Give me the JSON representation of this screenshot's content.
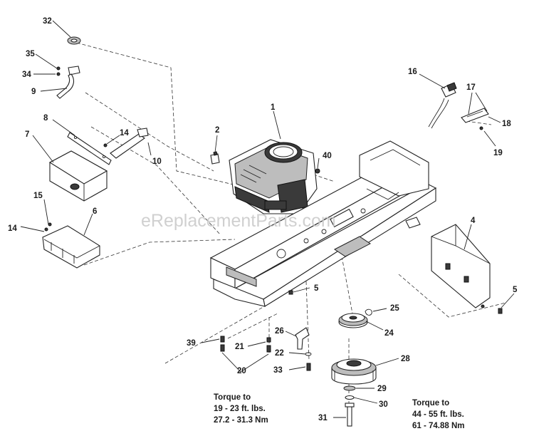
{
  "watermark": "eReplacementParts.com",
  "callouts": {
    "c1": "1",
    "c2": "2",
    "c4": "4",
    "c5a": "5",
    "c5b": "5",
    "c6": "6",
    "c7": "7",
    "c8": "8",
    "c9": "9",
    "c10": "10",
    "c14a": "14",
    "c14b": "14",
    "c15": "15",
    "c16": "16",
    "c17": "17",
    "c18": "18",
    "c19": "19",
    "c20": "20",
    "c21": "21",
    "c22": "22",
    "c24": "24",
    "c25": "25",
    "c26": "26",
    "c28": "28",
    "c29": "29",
    "c30": "30",
    "c31": "31",
    "c32": "32",
    "c33": "33",
    "c34": "34",
    "c35": "35",
    "c39": "39",
    "c40": "40"
  },
  "notes": {
    "left": [
      "Torque to",
      "19 - 23 ft. lbs.",
      "27.2 - 31.3 Nm"
    ],
    "right": [
      "Torque to",
      "44 - 55 ft. lbs.",
      "61 - 74.88 Nm"
    ]
  },
  "icons": [
    "engine-icon",
    "muffler-icon",
    "heat-shield-icon",
    "frame-icon",
    "clutch-icon",
    "pulley-icon",
    "wire-harness-icon"
  ]
}
